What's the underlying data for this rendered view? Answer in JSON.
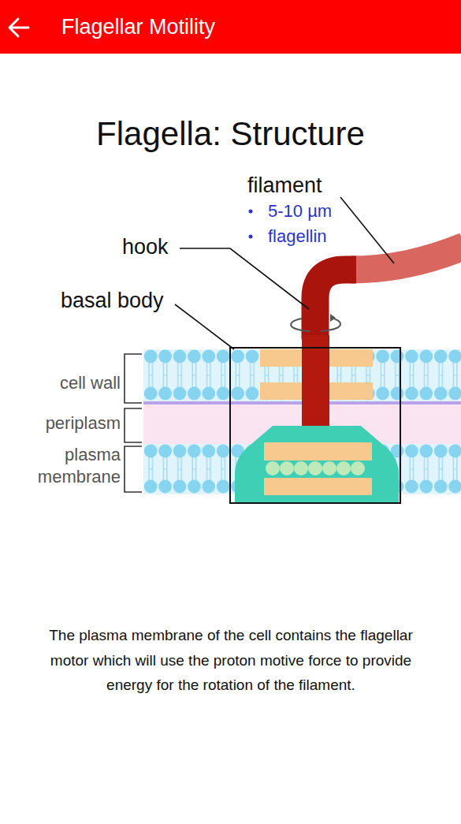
{
  "diagram": {
    "title": "Flagella: Structure",
    "caption": "The plasma membrane of the cell contains the flagellar motor which will use the proton motive force to provide energy for the rotation of the filament.",
    "labels": [
      "Flagellar Motility",
      "filament",
      "5-10 µm",
      "flagellin",
      "hook",
      "basal body",
      "cell wall",
      "periplasm",
      "plasma membrane"
    ]
  }
}
